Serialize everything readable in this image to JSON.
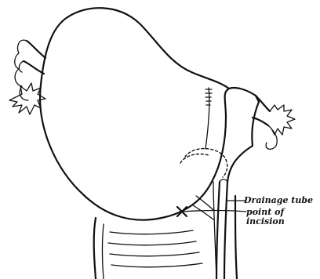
{
  "labels": {
    "drainage_tube": "Drainage tube",
    "point_of_incision_line1": "point of",
    "point_of_incision_line2": "incision"
  },
  "colors": {
    "ink": "#111111",
    "paper": "#ffffff"
  }
}
